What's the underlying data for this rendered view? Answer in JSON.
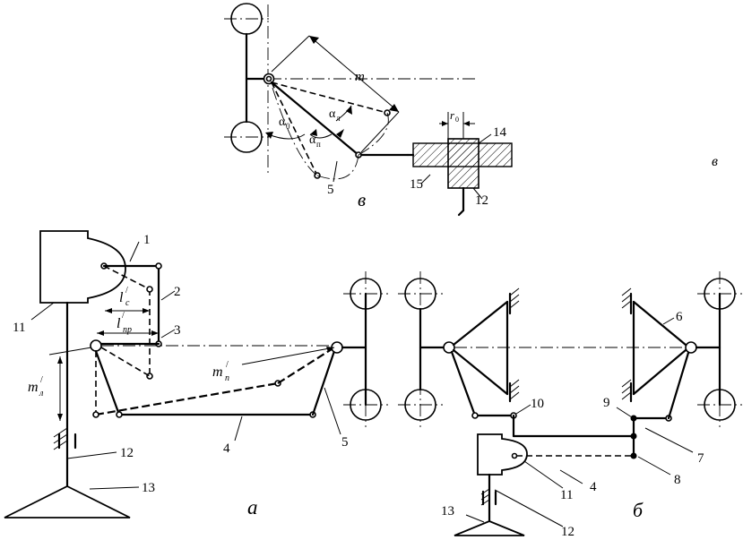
{
  "figure": {
    "panel_a": "а",
    "panel_b": "б",
    "panel_v": "в",
    "panel_v_top_right": "в",
    "part_numbers": {
      "n1": "1",
      "n2": "2",
      "n3": "3",
      "n4": "4",
      "n5": "5",
      "n6": "6",
      "n7": "7",
      "n8": "8",
      "n9": "9",
      "n10": "10",
      "n11": "11",
      "n12": "12",
      "n13": "13",
      "n14": "14",
      "n15": "15"
    },
    "symbols": {
      "m": "m",
      "alpha": "α",
      "sub_0": "0",
      "sub_l": "л",
      "sub_p": "п",
      "r": "r",
      "l": "l",
      "sub_pr": "пр",
      "sub_c": "с",
      "prime": "/"
    }
  }
}
